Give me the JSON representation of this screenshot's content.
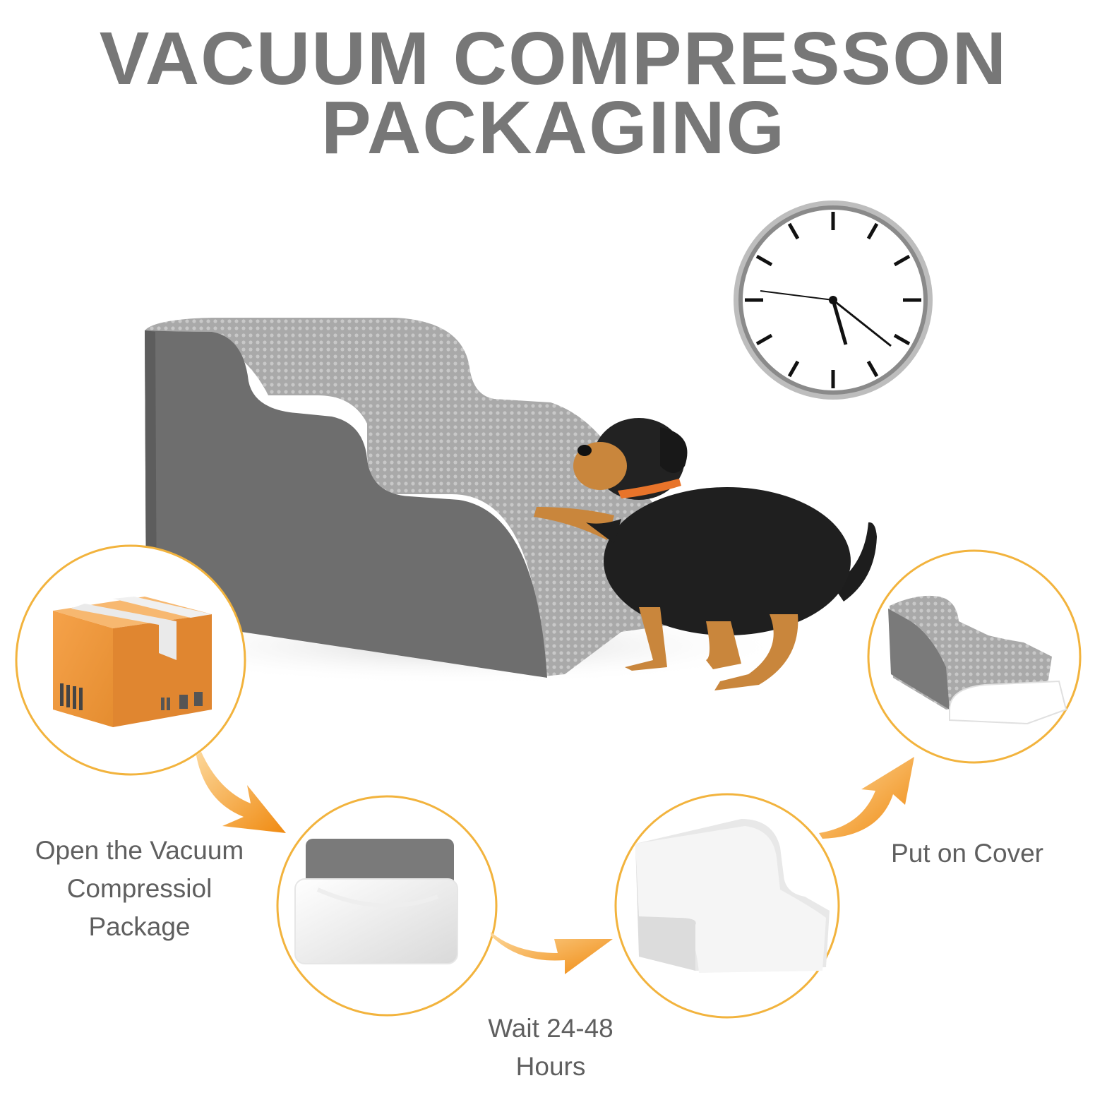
{
  "title": {
    "line1": "VACUUM COMPRESSON",
    "line2": "PACKAGING"
  },
  "steps": [
    {
      "lines": [
        "Open the Vacuum",
        "Compressiol",
        "Package"
      ],
      "icon": "cardboard-box-icon"
    },
    {
      "lines": [
        "Wait 24-48",
        "Hours"
      ],
      "icon": "compressed-foam-icon"
    },
    {
      "lines": [
        "Put on Cover"
      ],
      "icon": "covered-stairs-icon"
    }
  ],
  "colors": {
    "title": "#777777",
    "label": "#5f5f5f",
    "circle_border": "#f2b33d",
    "arrow": "#f39a1c",
    "stairs": "#6e6e6e",
    "fabric": "#a8a8a8"
  }
}
